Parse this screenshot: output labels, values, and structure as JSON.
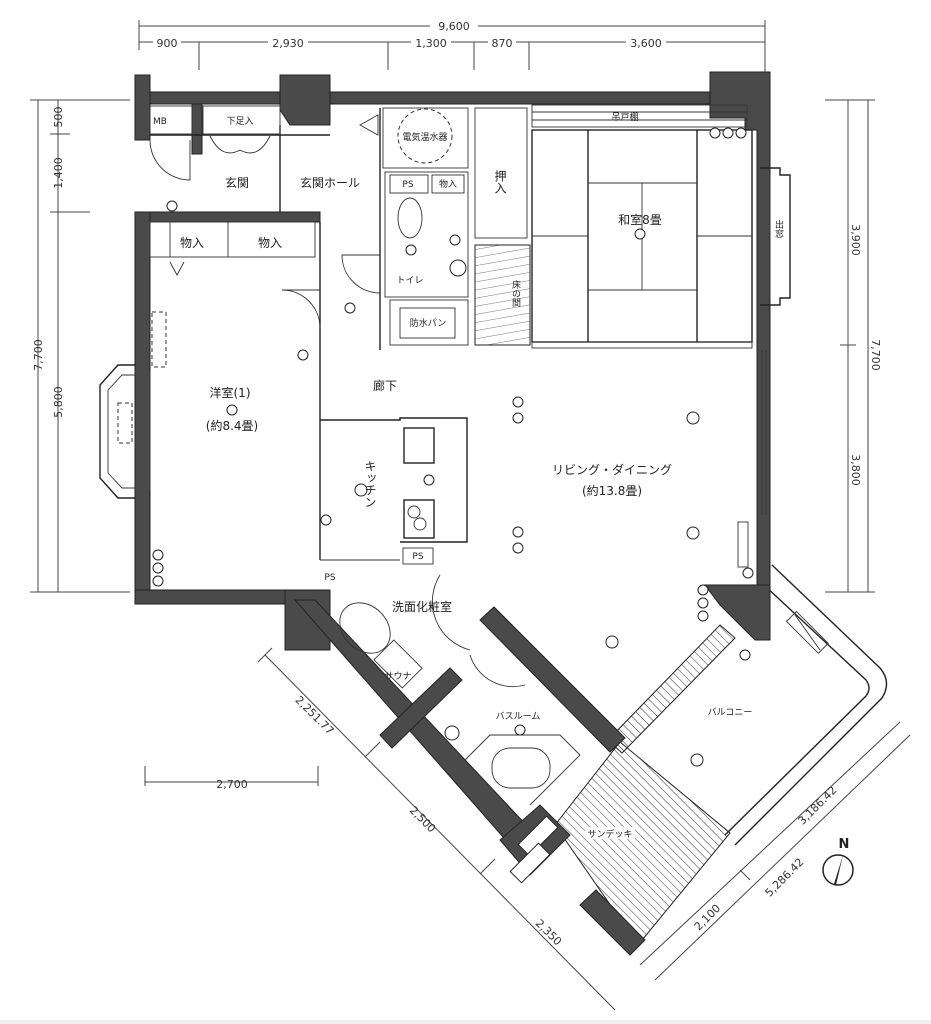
{
  "plan": {
    "dimensions": {
      "top_total": "9,600",
      "top_segments": [
        "900",
        "2,930",
        "1,300",
        "870",
        "3,600"
      ],
      "left_total": "7,700",
      "left_segments": [
        "500",
        "1,400",
        "5,800"
      ],
      "right_total": "7,700",
      "right_segments": [
        "3,900",
        "3,800"
      ],
      "bottom_left": "2,700",
      "diagonal_left": [
        "2,251.77",
        "2,500",
        "2,350"
      ],
      "diagonal_right": [
        "2,100",
        "5,286.42",
        "3,186.42"
      ]
    },
    "rooms": {
      "mb": "MB",
      "shoe_closet": "下足入",
      "entrance": "玄関",
      "entrance_hall": "玄関ホール",
      "water_heater": "電気温水器",
      "ps1": "PS",
      "storage_wc": "物入",
      "toilet": "トイレ",
      "washer_pan": "防水パン",
      "closet_jp": "押入",
      "tokonoma": "床の間",
      "washitsu": "和室8畳",
      "top_shelf": "吊戸棚",
      "bay_window_right": "出窓",
      "storage_a": "物入",
      "storage_b": "物入",
      "western_room": "洋室(1)",
      "western_room_size": "(約8.4畳)",
      "corridor": "廊下",
      "kitchen": "キッチン",
      "living_dining": "リビング・ダイニング",
      "living_dining_size": "(約13.8畳)",
      "ps2": "PS",
      "ps3": "PS",
      "washroom": "洗面化粧室",
      "sauna": "サウナ",
      "bathroom": "バスルーム",
      "balcony": "バルコニー",
      "sundeck": "サンデッキ"
    },
    "compass": "N"
  }
}
